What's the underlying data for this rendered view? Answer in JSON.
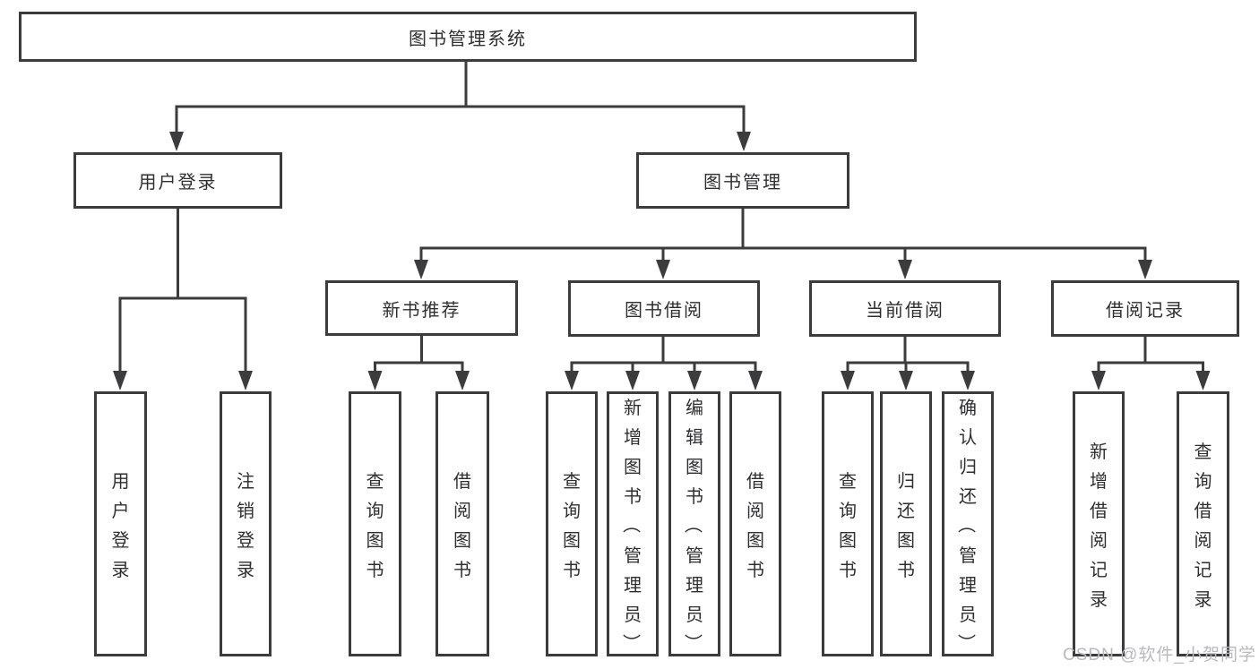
{
  "tree": {
    "label": "图书管理系统",
    "children": [
      {
        "label": "用户登录",
        "children": [
          {
            "label": "用户登录"
          },
          {
            "label": "注销登录"
          }
        ]
      },
      {
        "label": "图书管理",
        "children": [
          {
            "label": "新书推荐",
            "children": [
              {
                "label": "查询图书"
              },
              {
                "label": "借阅图书"
              }
            ]
          },
          {
            "label": "图书借阅",
            "children": [
              {
                "label": "查询图书"
              },
              {
                "label": "新增图书（管理员）"
              },
              {
                "label": "编辑图书（管理员）"
              },
              {
                "label": "借阅图书"
              }
            ]
          },
          {
            "label": "当前借阅",
            "children": [
              {
                "label": "查询图书"
              },
              {
                "label": "归还图书"
              },
              {
                "label": "确认归还（管理员）"
              }
            ]
          },
          {
            "label": "借阅记录",
            "children": [
              {
                "label": "新增借阅记录"
              },
              {
                "label": "查询借阅记录"
              }
            ]
          }
        ]
      }
    ]
  },
  "watermark": "CSDN @软件_小贺同学",
  "colors": {
    "line": "#3c3c3e",
    "box_border": "#3c3c3e",
    "text": "#2f2f31",
    "watermark": "#b9b9be",
    "background": "#ffffff"
  }
}
